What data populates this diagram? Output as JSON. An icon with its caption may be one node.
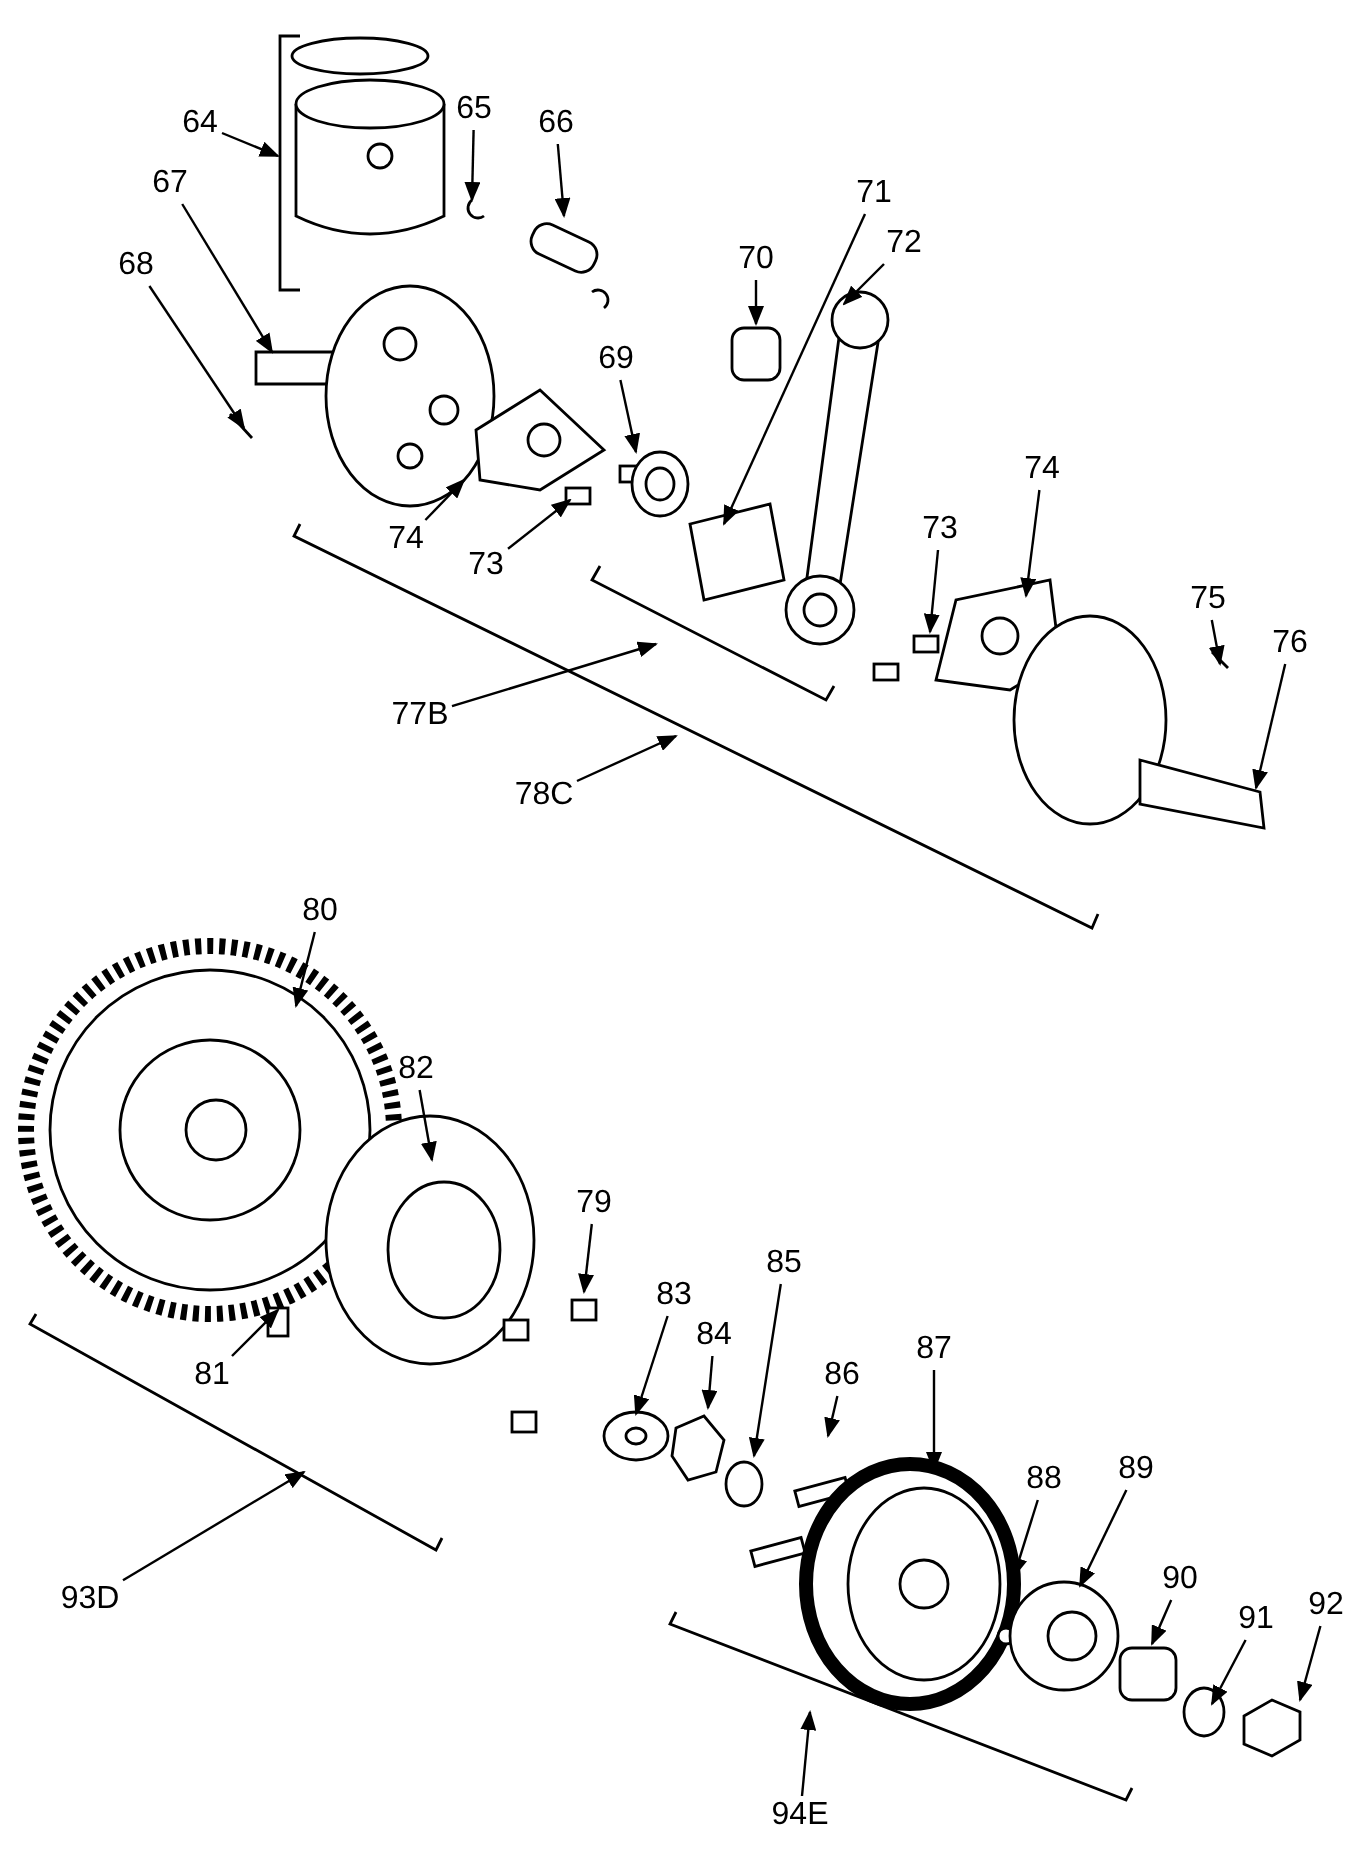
{
  "diagram": {
    "nodes": [
      {
        "text": [
          "64"
        ]
      },
      {
        "text": [
          "65"
        ]
      },
      {
        "text": [
          "66"
        ]
      },
      {
        "text": [
          "67"
        ]
      },
      {
        "text": [
          "68"
        ]
      },
      {
        "text": [
          "69"
        ]
      },
      {
        "text": [
          "70"
        ]
      },
      {
        "text": [
          "71"
        ]
      },
      {
        "text": [
          "72"
        ]
      },
      {
        "text": [
          "74"
        ]
      },
      {
        "text": [
          "73"
        ]
      },
      {
        "text": [
          "73"
        ]
      },
      {
        "text": [
          "74"
        ]
      },
      {
        "text": [
          "75"
        ]
      },
      {
        "text": [
          "76"
        ]
      },
      {
        "text": [
          "77B"
        ]
      },
      {
        "text": [
          "78C"
        ]
      },
      {
        "text": [
          "80"
        ]
      },
      {
        "text": [
          "82"
        ]
      },
      {
        "text": [
          "79"
        ]
      },
      {
        "text": [
          "81"
        ]
      },
      {
        "text": [
          "83"
        ]
      },
      {
        "text": [
          "84"
        ]
      },
      {
        "text": [
          "85"
        ]
      },
      {
        "text": [
          "86"
        ]
      },
      {
        "text": [
          "87"
        ]
      },
      {
        "text": [
          "88"
        ]
      },
      {
        "text": [
          "89"
        ]
      },
      {
        "text": [
          "90"
        ]
      },
      {
        "text": [
          "91"
        ]
      },
      {
        "text": [
          "92"
        ]
      },
      {
        "text": [
          "93D"
        ]
      },
      {
        "text": [
          "94E"
        ]
      }
    ],
    "edges": [
      {
        "from": 0,
        "to": null,
        "arrow": "to"
      },
      {
        "from": 1,
        "to": null,
        "arrow": "to"
      },
      {
        "from": 2,
        "to": null,
        "arrow": "to"
      },
      {
        "from": 3,
        "to": null,
        "arrow": "to"
      },
      {
        "from": 4,
        "to": null,
        "arrow": "to"
      },
      {
        "from": 5,
        "to": null,
        "arrow": "to"
      },
      {
        "from": 6,
        "to": null,
        "arrow": "to"
      },
      {
        "from": 7,
        "to": null,
        "arrow": "to"
      },
      {
        "from": 8,
        "to": null,
        "arrow": "to"
      },
      {
        "from": 9,
        "to": null,
        "arrow": "to"
      },
      {
        "from": 10,
        "to": null,
        "arrow": "to"
      },
      {
        "from": 11,
        "to": null,
        "arrow": "to"
      },
      {
        "from": 12,
        "to": null,
        "arrow": "to"
      },
      {
        "from": 13,
        "to": null,
        "arrow": "to"
      },
      {
        "from": 14,
        "to": null,
        "arrow": "to"
      },
      {
        "from": 15,
        "to": null,
        "arrow": "to"
      },
      {
        "from": 16,
        "to": null,
        "arrow": "to"
      },
      {
        "from": 17,
        "to": null,
        "arrow": "to"
      },
      {
        "from": 18,
        "to": null,
        "arrow": "to"
      },
      {
        "from": 19,
        "to": null,
        "arrow": "to"
      },
      {
        "from": 20,
        "to": null,
        "arrow": "to"
      },
      {
        "from": 21,
        "to": null,
        "arrow": "to"
      },
      {
        "from": 22,
        "to": null,
        "arrow": "to"
      },
      {
        "from": 23,
        "to": null,
        "arrow": "to"
      },
      {
        "from": 24,
        "to": null,
        "arrow": "to"
      },
      {
        "from": 25,
        "to": null,
        "arrow": "to"
      },
      {
        "from": 26,
        "to": null,
        "arrow": "to"
      },
      {
        "from": 27,
        "to": null,
        "arrow": "to"
      },
      {
        "from": 28,
        "to": null,
        "arrow": "to"
      },
      {
        "from": 29,
        "to": null,
        "arrow": "to"
      },
      {
        "from": 30,
        "to": null,
        "arrow": "to"
      },
      {
        "from": 31,
        "to": null,
        "arrow": "to"
      },
      {
        "from": 32,
        "to": null,
        "arrow": "to"
      }
    ]
  }
}
